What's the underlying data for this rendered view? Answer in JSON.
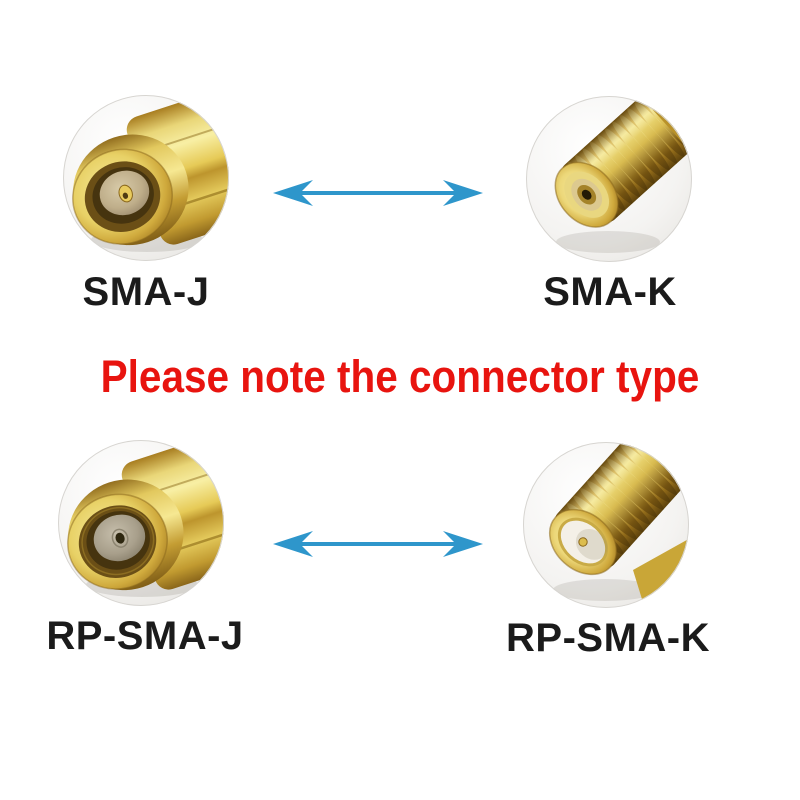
{
  "note": {
    "text": "Please note the connector type",
    "color": "#e8140f"
  },
  "connectors": {
    "top_left": {
      "label": "SMA-J"
    },
    "top_right": {
      "label": "SMA-K"
    },
    "bottom_left": {
      "label": "RP-SMA-J"
    },
    "bottom_right": {
      "label": "RP-SMA-K"
    }
  },
  "arrow": {
    "icon": "double-headed-arrow",
    "color": "#2e96cb"
  },
  "colors": {
    "background": "#ffffff",
    "label_text": "#1b1b1b",
    "gold": "#d9ba48"
  }
}
